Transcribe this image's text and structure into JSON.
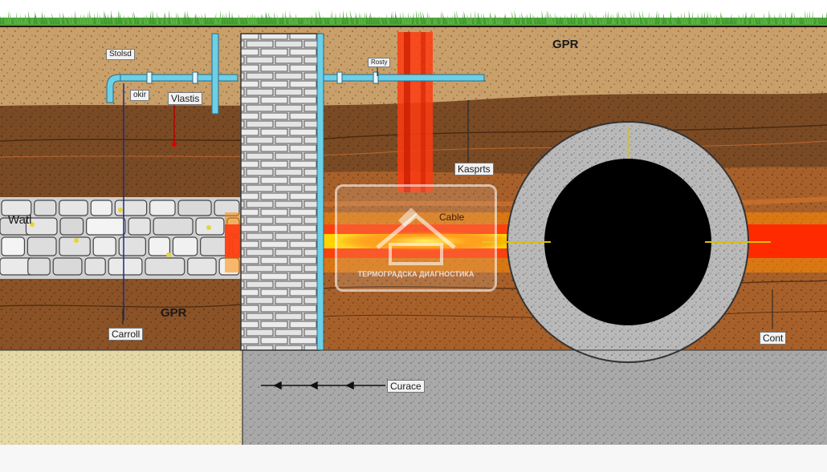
{
  "labels": {
    "top_left_tag": "Stolsd",
    "okir": "okir",
    "vlastis": "Vlastis",
    "small_tag": "Rosty",
    "gpr_top": "GPR",
    "kasprts": "Kasprts",
    "cable": "Cable",
    "wall": "Watl",
    "gpr_bottom": "GPR",
    "carroll": "Carroll",
    "curace": "Curace",
    "cont": "Cont"
  },
  "watermark": {
    "text": "ТЕРМОГРАДСКА ДИАГНОСТИКА",
    "icon": "house-logo-icon"
  },
  "colors": {
    "grass": "#4fa53a",
    "topsoil": "#c9a06a",
    "dark_soil": "#7a4a24",
    "mid_soil": "#9a5e2c",
    "stone_wall": "#d9d9d9",
    "brick_column": "#d7d7d7",
    "sand": "#e6d9a8",
    "gravel": "#a9a9a9",
    "pipe_ring": "#b9b9b9",
    "pipe_hole": "#000000",
    "water_pipe": "#6cd0e6",
    "heat_red": "#ff2a00",
    "heat_orange": "#ff8a00",
    "heat_yellow": "#ffe600"
  }
}
